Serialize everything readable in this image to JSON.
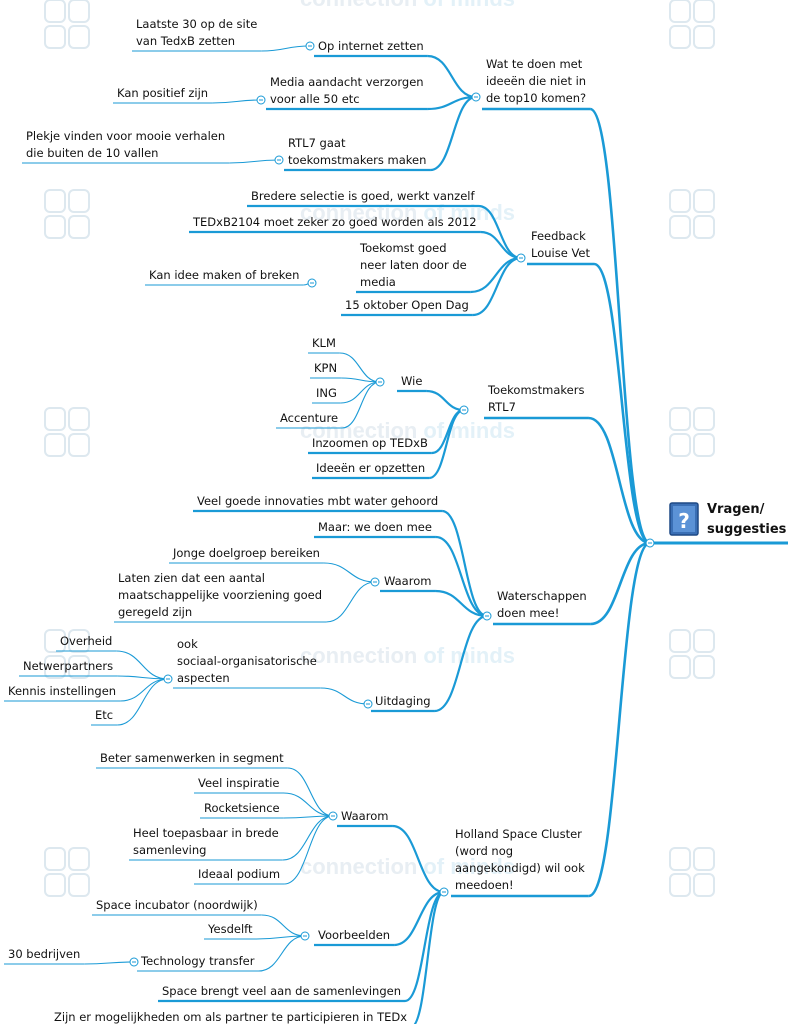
{
  "root": {
    "label_line1": "Vragen/",
    "label_line2": "suggesties",
    "icon": "question-book-icon"
  },
  "watermark": {
    "word1": "connection",
    "word2": "of minds"
  },
  "colors": {
    "line": "#1a9ad6",
    "text": "#111111",
    "watermark": "#e8eef3"
  },
  "branches": [
    {
      "name": "branch-top10",
      "lines": [
        "Wat te doen met",
        "ideeën die niet in",
        "de top10 komen?"
      ],
      "children": [
        {
          "name": "op-internet",
          "lines": [
            "Op internet zetten"
          ],
          "children": [
            {
              "name": "laatste-30",
              "lines": [
                "Laatste 30 op de site",
                "van TedxB zetten"
              ]
            }
          ]
        },
        {
          "name": "media-aandacht",
          "lines": [
            "Media aandacht verzorgen",
            "voor alle 50 etc"
          ],
          "children": [
            {
              "name": "positief",
              "lines": [
                "Kan positief zijn"
              ]
            }
          ]
        },
        {
          "name": "rtl7-gaat",
          "lines": [
            "RTL7 gaat",
            "toekomstmakers maken"
          ],
          "children": [
            {
              "name": "plekje",
              "lines": [
                "Plekje vinden voor mooie verhalen",
                "die buiten de 10 vallen"
              ]
            }
          ]
        }
      ]
    },
    {
      "name": "branch-feedback",
      "lines": [
        "Feedback",
        "Louise Vet"
      ],
      "children": [
        {
          "name": "bredere-selectie",
          "lines": [
            "Bredere selectie is goed, werkt vanzelf"
          ]
        },
        {
          "name": "tedxb2014",
          "lines": [
            "TEDxB2104 moet zeker zo goed worden als 2012"
          ]
        },
        {
          "name": "toekomst-goed",
          "lines": [
            "Toekomst goed",
            "neer laten door de",
            "media"
          ],
          "children": [
            {
              "name": "idee-maken",
              "lines": [
                "Kan idee maken of breken"
              ]
            }
          ]
        },
        {
          "name": "open-dag",
          "lines": [
            "15 oktober Open Dag"
          ]
        }
      ]
    },
    {
      "name": "branch-toekomstmakers",
      "lines": [
        "Toekomstmakers",
        "RTL7"
      ],
      "children": [
        {
          "name": "wie",
          "lines": [
            "Wie"
          ],
          "children": [
            {
              "name": "klm",
              "lines": [
                "KLM"
              ]
            },
            {
              "name": "kpn",
              "lines": [
                "KPN"
              ]
            },
            {
              "name": "ing",
              "lines": [
                "ING"
              ]
            },
            {
              "name": "accenture",
              "lines": [
                "Accenture"
              ]
            }
          ]
        },
        {
          "name": "inzoomen",
          "lines": [
            "Inzoomen op TEDxB"
          ]
        },
        {
          "name": "ideeen-opzetten",
          "lines": [
            "Ideeën er opzetten"
          ]
        }
      ]
    },
    {
      "name": "branch-waterschappen",
      "lines": [
        "Waterschappen",
        "doen mee!"
      ],
      "children": [
        {
          "name": "innovaties-water",
          "lines": [
            "Veel goede innovaties mbt water gehoord"
          ]
        },
        {
          "name": "we-doen-mee",
          "lines": [
            "Maar: we doen mee"
          ]
        },
        {
          "name": "waarom-water",
          "lines": [
            "Waarom"
          ],
          "children": [
            {
              "name": "jonge-doelgroep",
              "lines": [
                "Jonge doelgroep bereiken"
              ]
            },
            {
              "name": "laten-zien",
              "lines": [
                "Laten zien dat een aantal",
                "maatschappelijke voorziening goed",
                "geregeld zijn"
              ]
            }
          ]
        },
        {
          "name": "uitdaging",
          "lines": [
            "Uitdaging"
          ],
          "children": [
            {
              "name": "ook-sociaal",
              "lines": [
                "ook",
                "sociaal-organisatorische",
                "aspecten"
              ],
              "children": [
                {
                  "name": "overheid",
                  "lines": [
                    "Overheid"
                  ]
                },
                {
                  "name": "netwerpartners",
                  "lines": [
                    "Netwerpartners"
                  ]
                },
                {
                  "name": "kennis-instellingen",
                  "lines": [
                    "Kennis instellingen"
                  ]
                },
                {
                  "name": "etc",
                  "lines": [
                    "Etc"
                  ]
                }
              ]
            }
          ]
        }
      ]
    },
    {
      "name": "branch-space-cluster",
      "lines": [
        "Holland Space Cluster",
        "(word nog",
        "aangekondigd) wil ook",
        "meedoen!"
      ],
      "children": [
        {
          "name": "waarom-space",
          "lines": [
            "Waarom"
          ],
          "children": [
            {
              "name": "beter-samenwerken",
              "lines": [
                "Beter samenwerken in segment"
              ]
            },
            {
              "name": "veel-inspiratie",
              "lines": [
                "Veel inspiratie"
              ]
            },
            {
              "name": "rocketsience",
              "lines": [
                "Rocketsience"
              ]
            },
            {
              "name": "toepasbaar",
              "lines": [
                "Heel toepasbaar in brede",
                "samenleving"
              ]
            },
            {
              "name": "ideaal-podium",
              "lines": [
                "Ideaal podium"
              ]
            }
          ]
        },
        {
          "name": "voorbeelden",
          "lines": [
            "Voorbeelden"
          ],
          "children": [
            {
              "name": "space-incubator",
              "lines": [
                "Space incubator (noordwijk)"
              ]
            },
            {
              "name": "yesdelft",
              "lines": [
                "Yesdelft"
              ]
            },
            {
              "name": "technology-transfer",
              "lines": [
                "Technology transfer"
              ],
              "children": [
                {
                  "name": "dertig-bedrijven",
                  "lines": [
                    "30 bedrijven"
                  ]
                }
              ]
            }
          ]
        },
        {
          "name": "space-brengt",
          "lines": [
            "Space brengt veel aan de samenlevingen"
          ]
        },
        {
          "name": "partner",
          "lines": [
            "Zijn er mogelijkheden om als partner te participieren in TEDx"
          ]
        }
      ]
    }
  ]
}
